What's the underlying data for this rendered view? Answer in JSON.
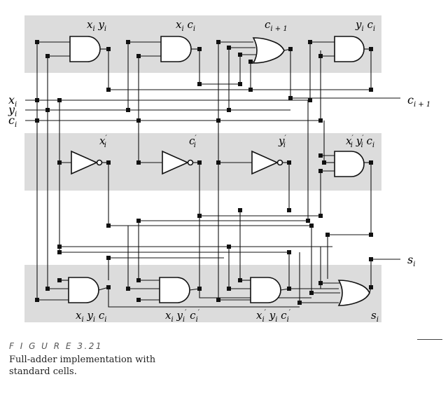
{
  "diagram": {
    "inputs": [
      {
        "id": "x",
        "label": "x",
        "sub": "i"
      },
      {
        "id": "y",
        "label": "y",
        "sub": "i"
      },
      {
        "id": "c",
        "label": "c",
        "sub": "i"
      }
    ],
    "outputs": [
      {
        "id": "cout",
        "label": "c",
        "sub": "i + 1"
      },
      {
        "id": "s",
        "label": "s",
        "sub": "i"
      }
    ],
    "gates": [
      {
        "id": "g1",
        "type": "AND",
        "row": "top",
        "label": "x_i y_i"
      },
      {
        "id": "g2",
        "type": "AND",
        "row": "top",
        "label": "x_i c_i"
      },
      {
        "id": "g3",
        "type": "OR",
        "row": "top",
        "label": "c_{i+1}"
      },
      {
        "id": "g4",
        "type": "AND",
        "row": "top",
        "label": "y_i c_i"
      },
      {
        "id": "n1",
        "type": "NOT",
        "row": "middle",
        "label": "x_i'"
      },
      {
        "id": "n2",
        "type": "NOT",
        "row": "middle",
        "label": "c_i'"
      },
      {
        "id": "n3",
        "type": "NOT",
        "row": "middle",
        "label": "y_i'"
      },
      {
        "id": "g5",
        "type": "AND",
        "row": "middle",
        "label": "x_i' y_i' c_i"
      },
      {
        "id": "g6",
        "type": "AND",
        "row": "bottom",
        "label": "x_i y_i c_i"
      },
      {
        "id": "g7",
        "type": "AND",
        "row": "bottom",
        "label": "x_i y_i' c_i'"
      },
      {
        "id": "g8",
        "type": "AND",
        "row": "bottom",
        "label": "x_i' y_i c_i'"
      },
      {
        "id": "g9",
        "type": "OR",
        "row": "bottom",
        "label": "s_i"
      }
    ]
  },
  "caption": {
    "figure_label": "F I G U R E   3.21",
    "text": "Full-adder implementation with standard cells."
  }
}
